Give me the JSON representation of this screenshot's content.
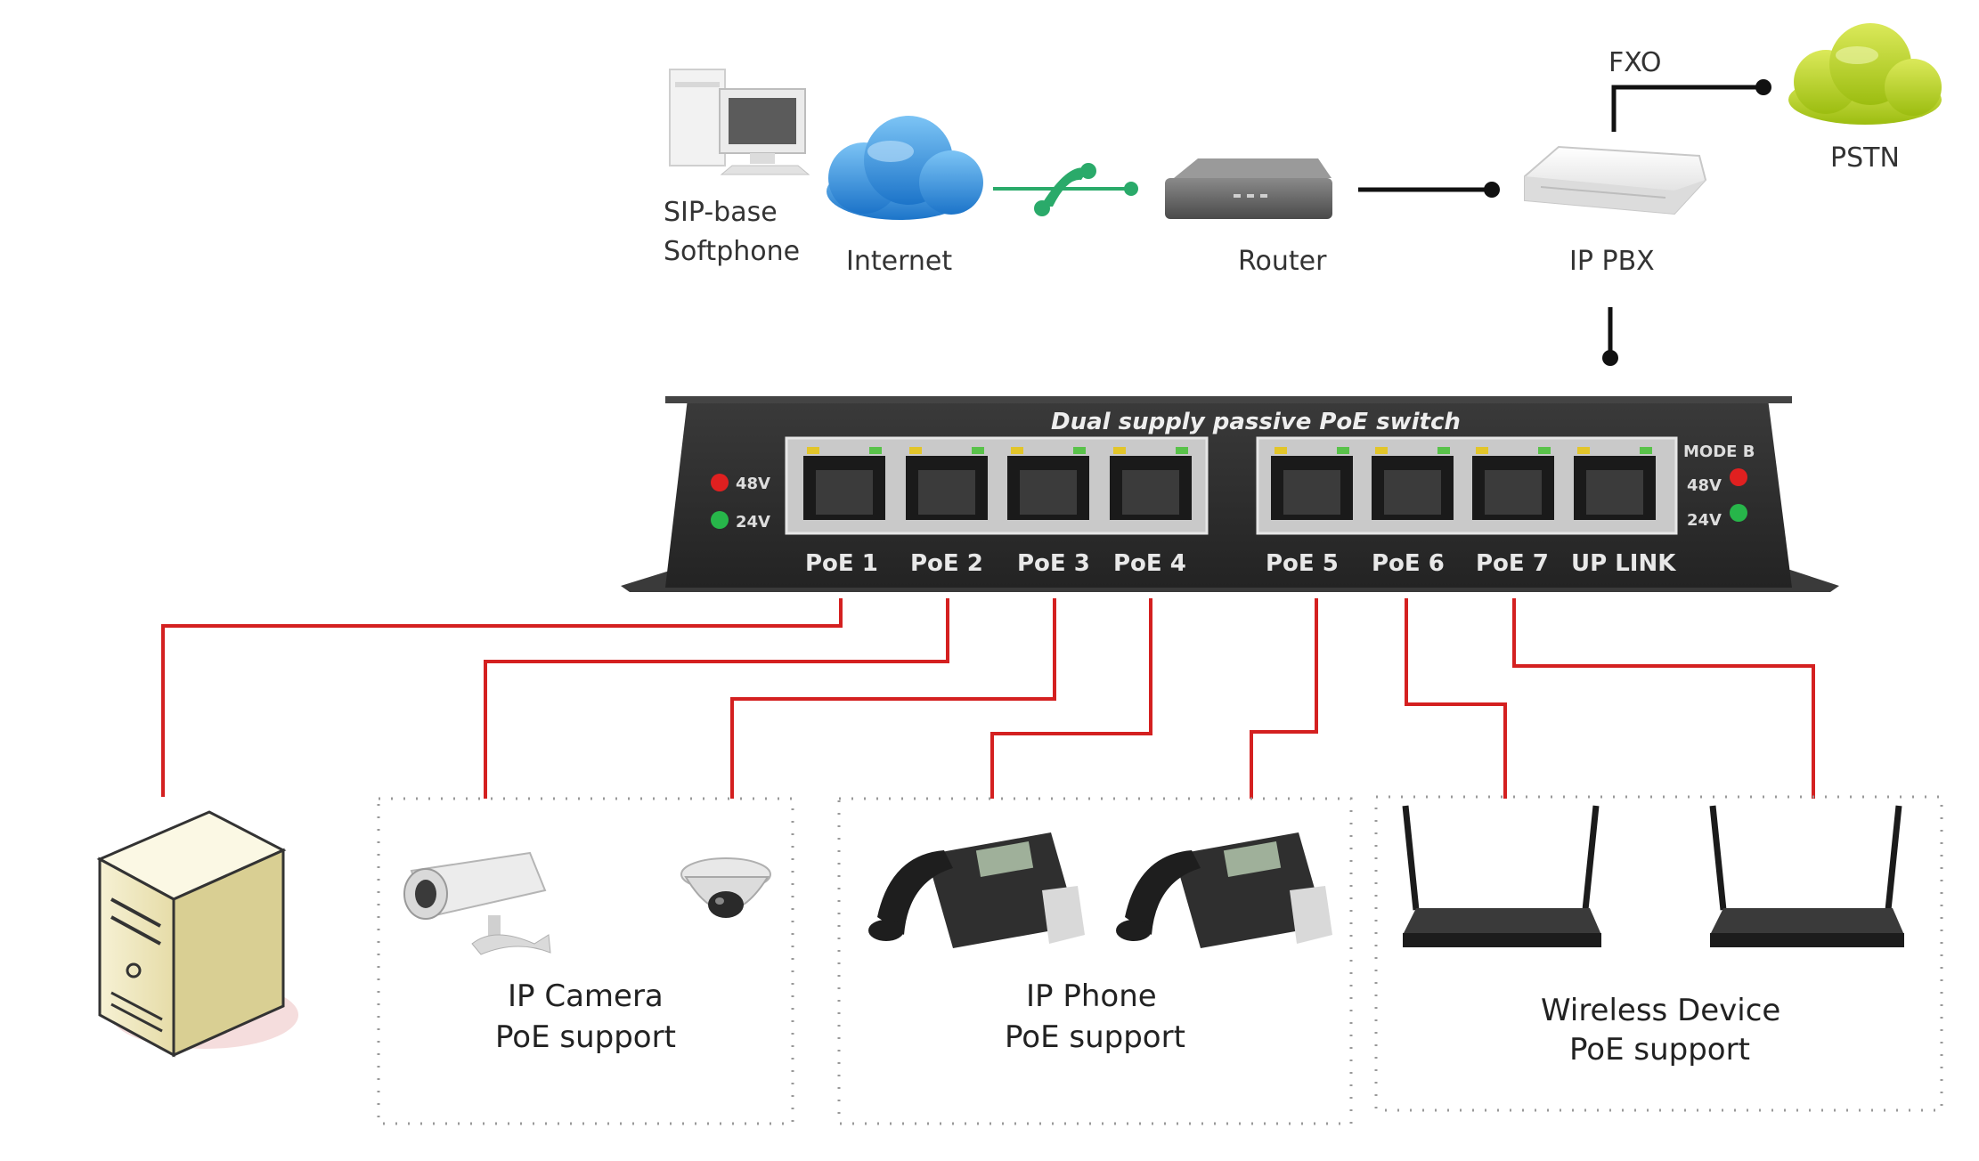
{
  "top_row": {
    "softphone_label_line1": "SIP-base",
    "softphone_label_line2": "Softphone",
    "internet_label": "Internet",
    "router_label": "Router",
    "ippbx_label": "IP PBX",
    "fxo_label": "FXO",
    "pstn_label": "PSTN"
  },
  "switch": {
    "title": "Dual supply passive PoE switch",
    "left_led_top": "48V",
    "left_led_bottom": "24V",
    "mode_label": "MODE B",
    "right_led_top": "48V",
    "right_led_bottom": "24V",
    "ports": [
      "PoE 1",
      "PoE 2",
      "PoE 3",
      "PoE 4",
      "PoE 5",
      "PoE 6",
      "PoE 7",
      "UP LINK"
    ]
  },
  "groups": {
    "camera_line1": "IP Camera",
    "camera_line2": "PoE support",
    "phone_line1": "IP Phone",
    "phone_line2": "PoE support",
    "wireless_line1": "Wireless Device",
    "wireless_line2": "PoE support"
  },
  "colors": {
    "cable": "#d42020",
    "link": "#111111",
    "internet_cloud": "#2f8fe0",
    "pstn_cloud": "#b8d51c",
    "switch_body": "#2e2e2e",
    "handset": "#2aaa6a"
  }
}
